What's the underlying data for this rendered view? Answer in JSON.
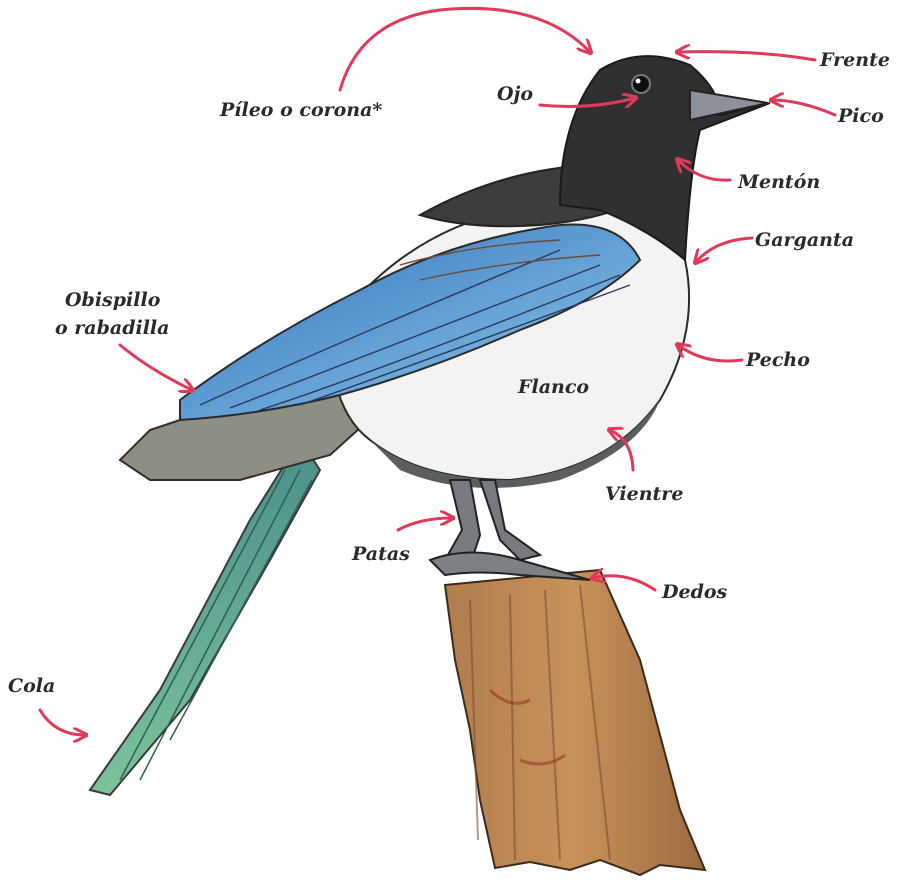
{
  "diagram": {
    "accent_color": "#e0395a",
    "labels": {
      "pileo": "Píleo o corona*",
      "frente": "Frente",
      "ojo": "Ojo",
      "pico": "Pico",
      "menton": "Mentón",
      "garganta": "Garganta",
      "obispillo_1": "Obispillo",
      "obispillo_2": "o rabadilla",
      "pecho": "Pecho",
      "flanco": "Flanco",
      "vientre": "Vientre",
      "patas": "Patas",
      "dedos": "Dedos",
      "cola": "Cola"
    }
  }
}
